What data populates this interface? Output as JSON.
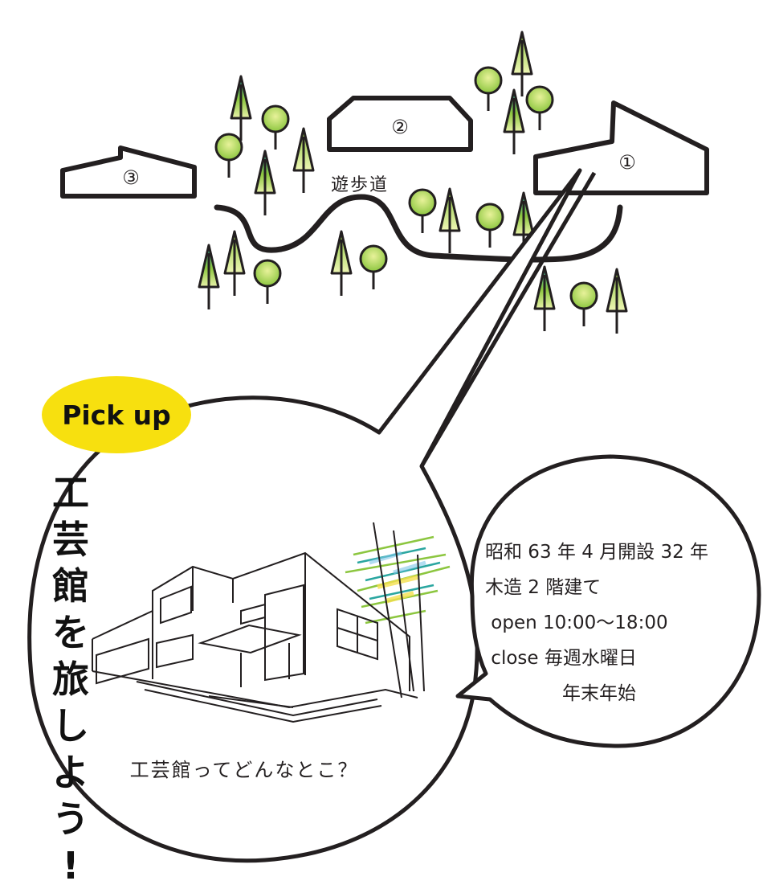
{
  "map": {
    "buildings": [
      {
        "label": "①"
      },
      {
        "label": "②"
      },
      {
        "label": "③"
      }
    ],
    "path_label": "遊歩道"
  },
  "pickup": {
    "badge": "Pick up",
    "badge_color": "#f7e00f",
    "title_chars": [
      "工",
      "芸",
      "館",
      "を",
      "旅",
      "し",
      "よ",
      "う",
      "!"
    ],
    "caption": "工芸館ってどんなとこ？"
  },
  "info": {
    "lines": [
      "昭和 63 年 4 月開設 32 年",
      "木造 2 階建て",
      " open 10:00〜18:00",
      " close 毎週水曜日",
      "年末年始"
    ]
  },
  "colors": {
    "line": "#231f20",
    "tree_green": "#8cc63f",
    "tree_teal": "#2aa6a0",
    "tree_yellow": "#f4e04d"
  }
}
